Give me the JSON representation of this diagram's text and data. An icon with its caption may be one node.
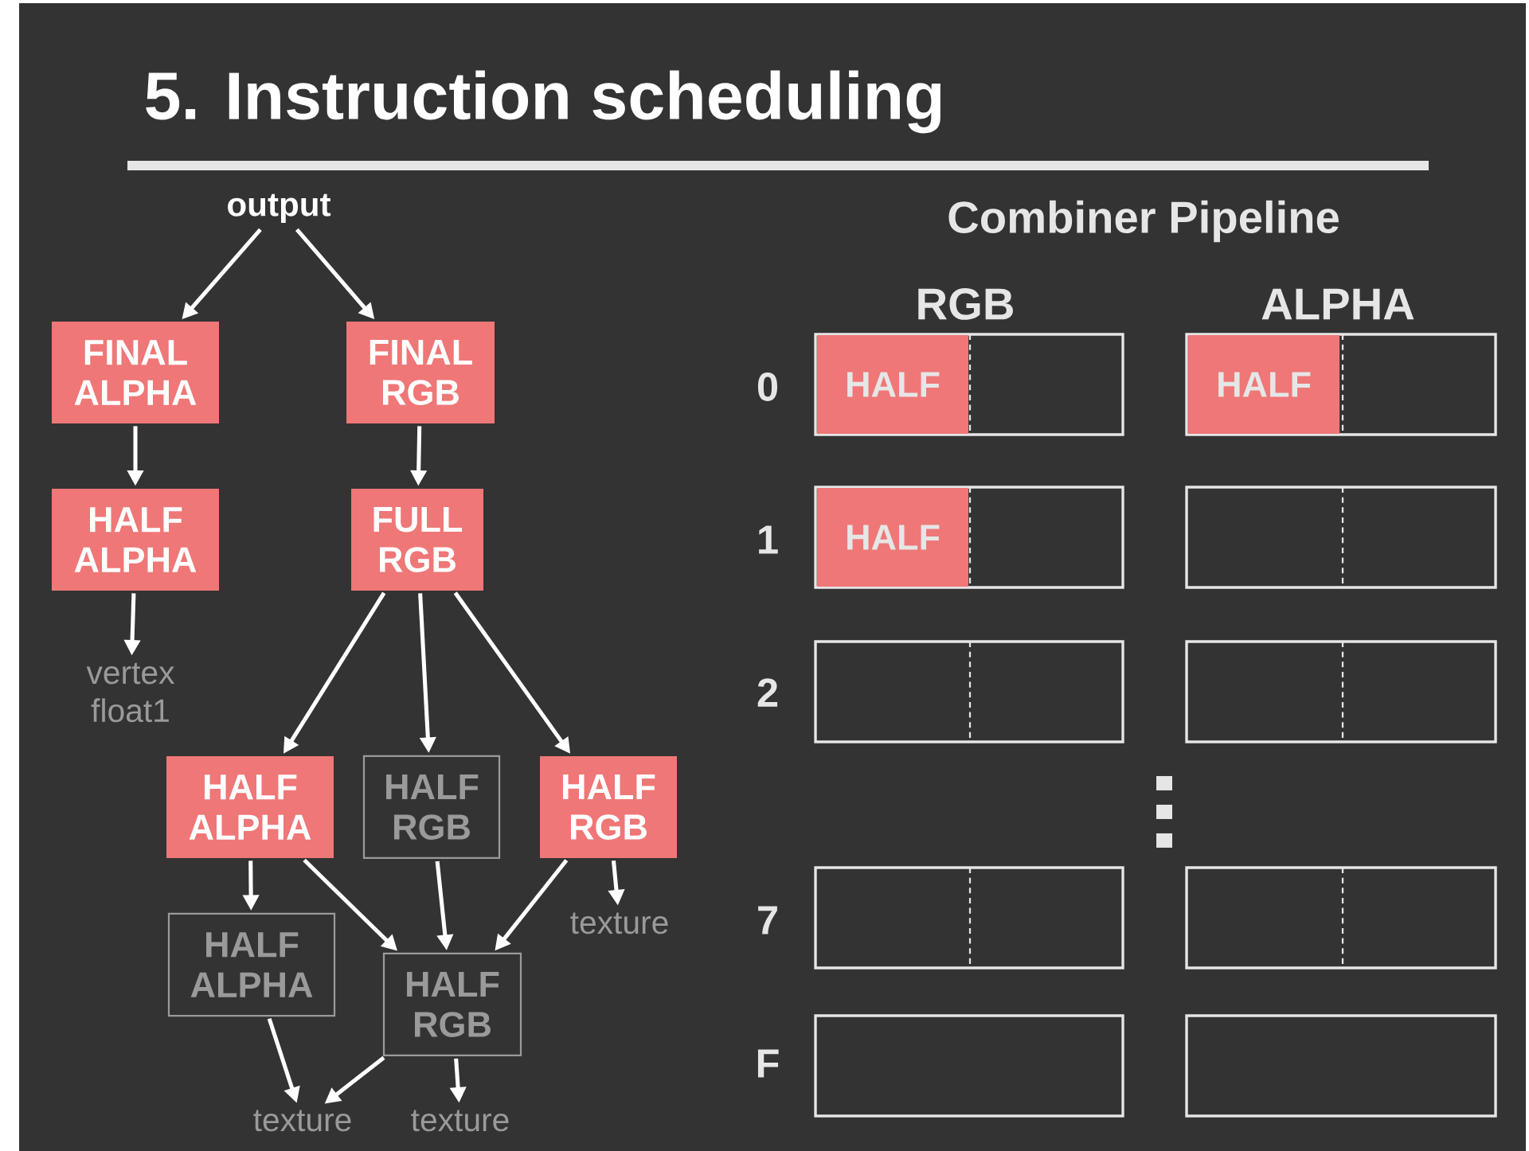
{
  "diagram": {
    "title": "5. Instruction scheduling",
    "nodes": [
      {
        "text": [
          "output"
        ]
      },
      {
        "text": [
          "FINAL ALPHA"
        ]
      },
      {
        "text": [
          "FINAL RGB"
        ]
      },
      {
        "text": [
          "HALF ALPHA"
        ]
      },
      {
        "text": [
          "FULL RGB"
        ]
      },
      {
        "text": [
          "vertex float1"
        ]
      },
      {
        "text": [
          "HALF ALPHA"
        ]
      },
      {
        "text": [
          "HALF RGB"
        ]
      },
      {
        "text": [
          "HALF RGB"
        ]
      },
      {
        "text": [
          "texture"
        ]
      },
      {
        "text": [
          "HALF ALPHA"
        ]
      },
      {
        "text": [
          "HALF RGB"
        ]
      },
      {
        "text": [
          "texture"
        ]
      },
      {
        "text": [
          "texture"
        ]
      },
      {
        "text": [
          "HALF"
        ]
      },
      {
        "text": [
          "HALF"
        ]
      },
      {
        "text": [
          "HALF"
        ]
      }
    ],
    "edges": [
      {
        "from": 0,
        "to": 1,
        "arrow": "to"
      },
      {
        "from": 0,
        "to": 2,
        "arrow": "to"
      },
      {
        "from": 1,
        "to": 3,
        "arrow": "to"
      },
      {
        "from": 2,
        "to": 4,
        "arrow": "to"
      },
      {
        "from": 3,
        "to": 5,
        "arrow": "to"
      },
      {
        "from": 4,
        "to": 6,
        "arrow": "to"
      },
      {
        "from": 4,
        "to": 7,
        "arrow": "to"
      },
      {
        "from": 4,
        "to": 8,
        "arrow": "to"
      },
      {
        "from": 6,
        "to": 10,
        "arrow": "to"
      },
      {
        "from": 6,
        "to": 11,
        "arrow": "to"
      },
      {
        "from": 7,
        "to": 11,
        "arrow": "to"
      },
      {
        "from": 8,
        "to": 11,
        "arrow": "to"
      },
      {
        "from": 8,
        "to": 9,
        "arrow": "to"
      },
      {
        "from": 10,
        "to": 12,
        "arrow": "to"
      },
      {
        "from": 11,
        "to": 12,
        "arrow": "to"
      },
      {
        "from": 11,
        "to": 13,
        "arrow": "to"
      }
    ],
    "labels": [
      "Combiner Pipeline",
      "RGB",
      "ALPHA",
      "0",
      "1",
      "2",
      "7",
      "F"
    ]
  }
}
